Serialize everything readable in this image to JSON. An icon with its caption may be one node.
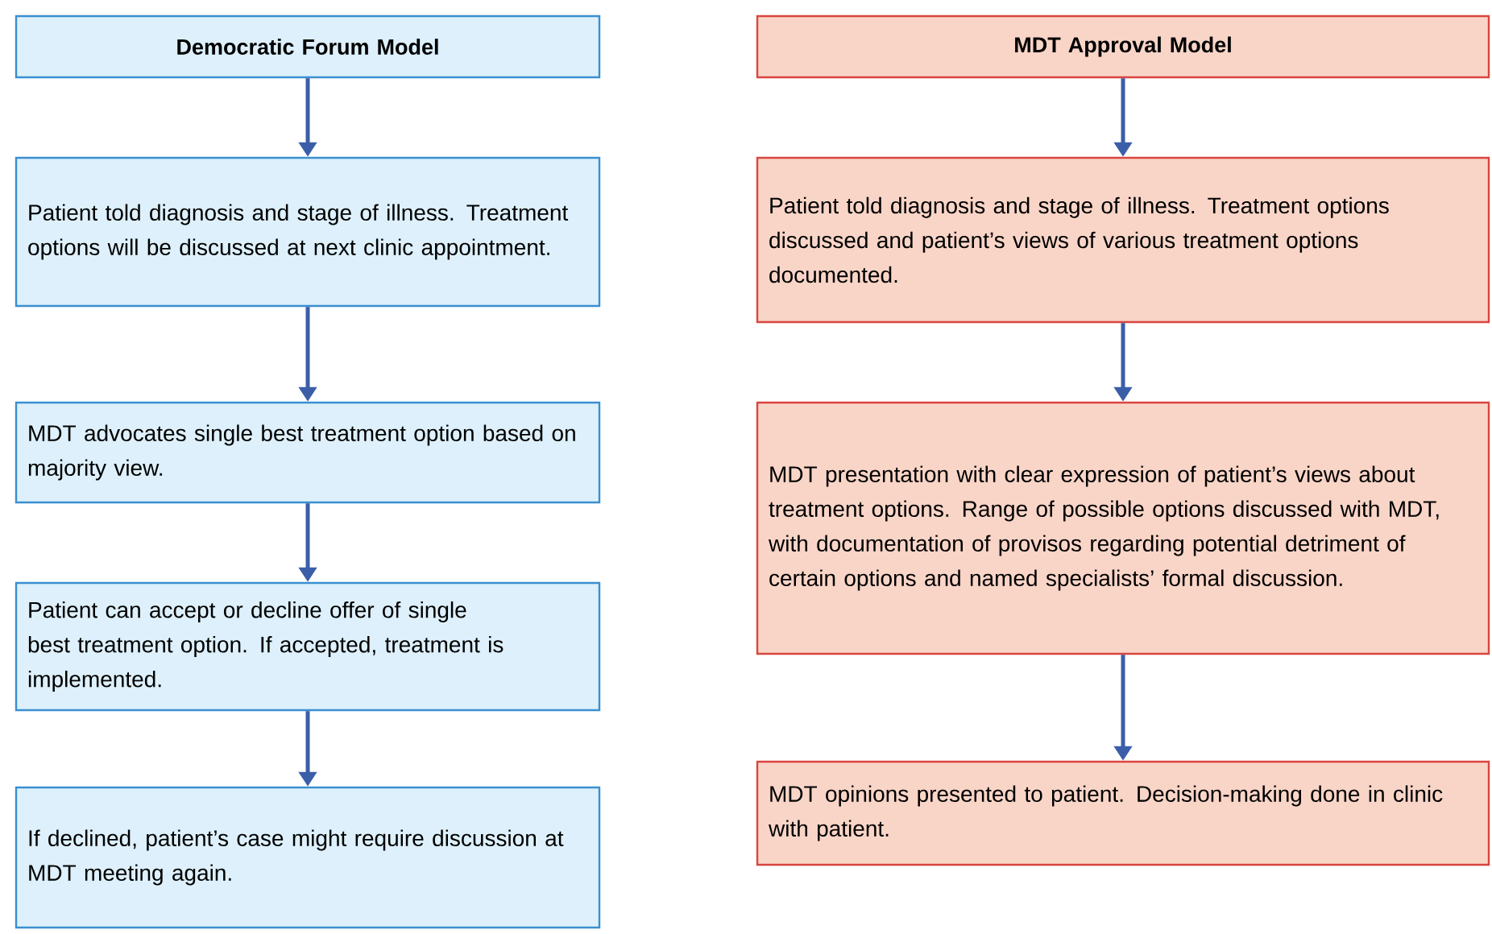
{
  "diagram": {
    "nodes": [
      {
        "text": [
          "Democratic Forum Model"
        ]
      },
      {
        "text": [
          "Patient told diagnosis and stage of illness. Treatment options will be discussed at next clinic appointment."
        ]
      },
      {
        "text": [
          "MDT advocates single best treatment option based on majority view."
        ]
      },
      {
        "text": [
          "Patient can accept or decline offer of single best treatment option. If accepted, treatment is implemented."
        ]
      },
      {
        "text": [
          "If declined, patient’s case might require discussion at MDT meeting again."
        ]
      },
      {
        "text": [
          "MDT Approval Model"
        ]
      },
      {
        "text": [
          "Patient told diagnosis and stage of illness. Treatment options discussed and patient’s views of various treatment options documented."
        ]
      },
      {
        "text": [
          "MDT presentation with clear expression of patient’s views about treatment options. Range of possible options discussed with MDT, with documentation of provisos regarding potential detriment of certain options and named specialists’ formal discussion."
        ]
      },
      {
        "text": [
          "MDT opinions presented to patient. Decision-making done in clinic with patient."
        ]
      }
    ],
    "edges": [
      {
        "from": 0,
        "to": 1,
        "arrow": "to"
      },
      {
        "from": 1,
        "to": 2,
        "arrow": "to"
      },
      {
        "from": 2,
        "to": 3,
        "arrow": "to"
      },
      {
        "from": 3,
        "to": 4,
        "arrow": "to"
      },
      {
        "from": 5,
        "to": 6,
        "arrow": "to"
      },
      {
        "from": 6,
        "to": 7,
        "arrow": "to"
      },
      {
        "from": 7,
        "to": 8,
        "arrow": "to"
      }
    ]
  }
}
